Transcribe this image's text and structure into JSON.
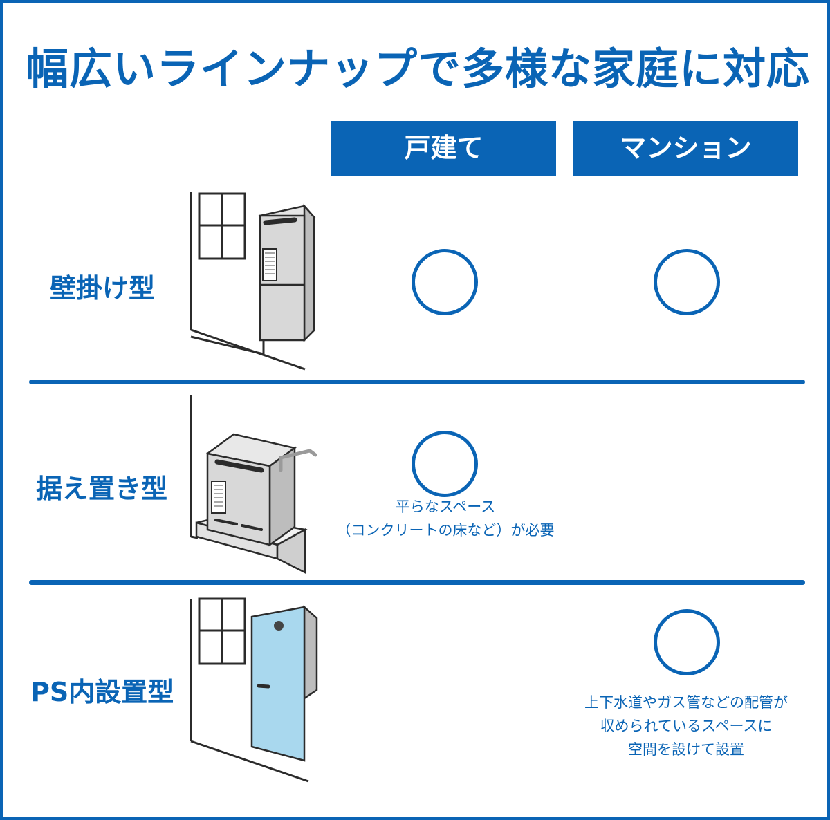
{
  "title": "幅広いラインナップで多様な家庭に対応",
  "columns": {
    "house": "戸建て",
    "mansion": "マンション"
  },
  "rows": [
    {
      "label": "壁掛け型",
      "house": "available",
      "mansion": "available"
    },
    {
      "label": "据え置き型",
      "house": "available",
      "mansion": "",
      "house_note": [
        "平らなスペース",
        "（コンクリートの床など）が必要"
      ]
    },
    {
      "label": "PS内設置型",
      "house": "",
      "mansion": "available",
      "mansion_note": [
        "上下水道やガス管などの配管が",
        "収められているスペースに",
        "空間を設けて設置"
      ]
    }
  ],
  "colors": {
    "accent": "#0a64b5",
    "unit_gray": "#d8d8d8",
    "door_blue": "#a9d8ee"
  }
}
